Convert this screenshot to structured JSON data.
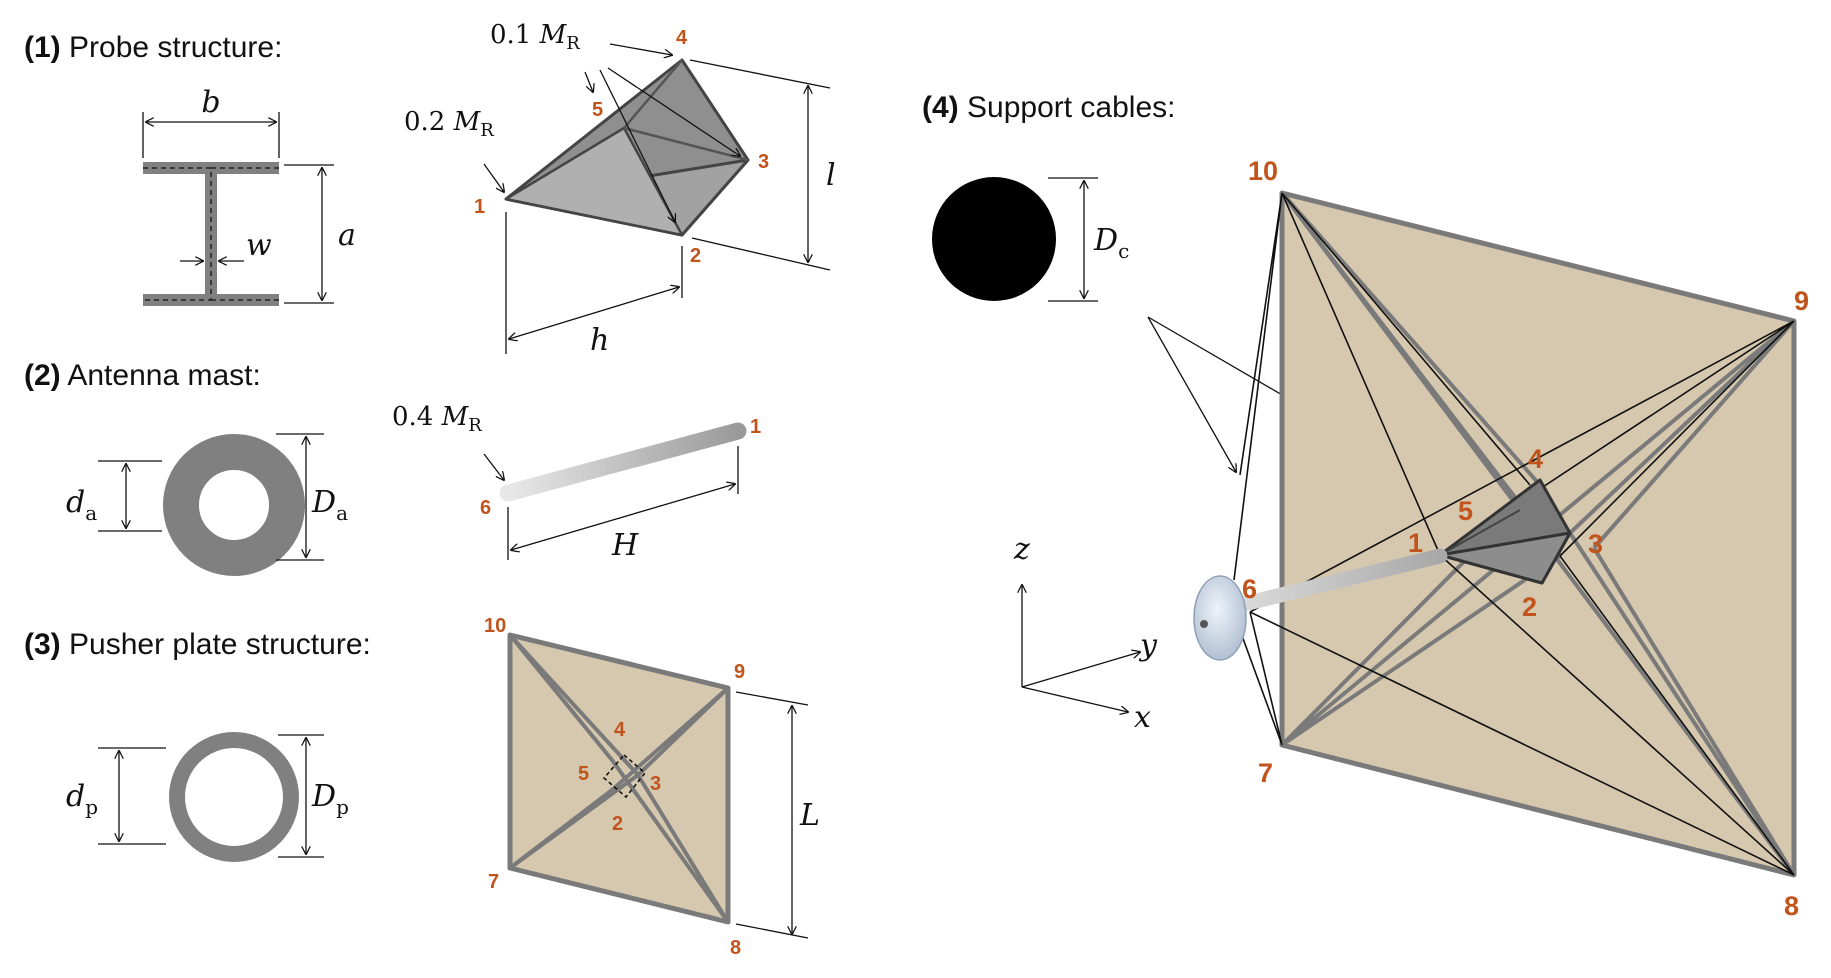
{
  "sections": {
    "probe": {
      "num": "(1)",
      "title": "Probe structure:"
    },
    "mast": {
      "num": "(2)",
      "title": "Antenna  mast:"
    },
    "pusher": {
      "num": "(3)",
      "title": "Pusher plate structure:"
    },
    "cables": {
      "num": "(4)",
      "title": "Support cables:"
    }
  },
  "dimensions": {
    "b": "b",
    "a": "a",
    "w": "w",
    "l": "l",
    "h": "h",
    "H": "H",
    "L": "L",
    "d": "d",
    "D": "D",
    "sub_a": "a",
    "sub_p": "p",
    "sub_c": "c"
  },
  "masses": {
    "probe_tip": {
      "coef": "0.1",
      "sym": "M",
      "sub": "R"
    },
    "probe_apex": {
      "coef": "0.2",
      "sym": "M",
      "sub": "R"
    },
    "mast_end": {
      "coef": "0.4",
      "sym": "M",
      "sub": "R"
    }
  },
  "nodes": {
    "n1": "1",
    "n2": "2",
    "n3": "3",
    "n4": "4",
    "n5": "5",
    "n6": "6",
    "n7": "7",
    "n8": "8",
    "n9": "9",
    "n10": "10"
  },
  "axes": {
    "x": "x",
    "y": "y",
    "z": "z"
  },
  "colors": {
    "node_label": "#c0541c",
    "plate_fill": "#d6c8ae",
    "frame": "#7a7a7a",
    "probe_fill": "#8f8f8f"
  }
}
